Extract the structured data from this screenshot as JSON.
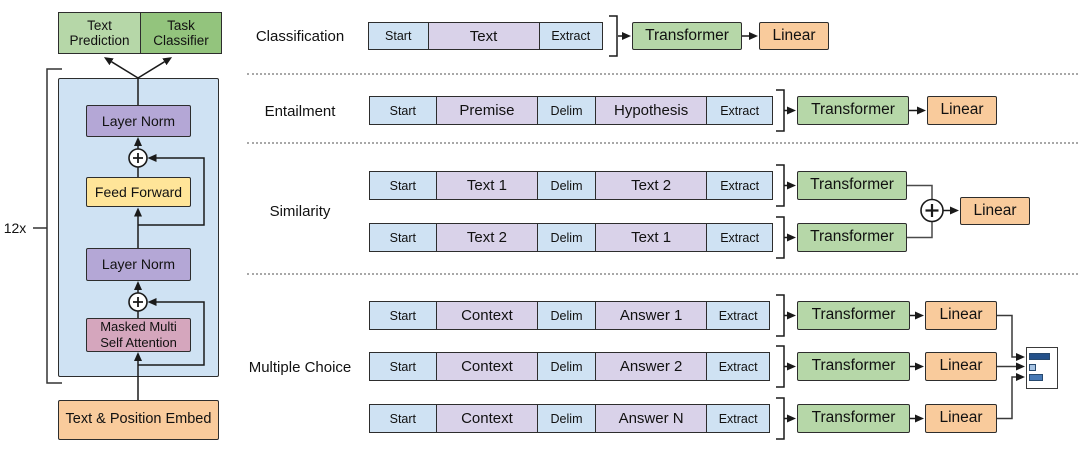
{
  "colors": {
    "token_blue": "#cfe2f3",
    "token_purple": "#d9d2e9",
    "green": "#b6d7a8",
    "green_dark": "#93c47d",
    "orange": "#f9cb9c",
    "purple": "#b4a7d6",
    "yellow": "#ffe599",
    "pink": "#d5a6bd",
    "panel_blue": "#cfe2f3",
    "bar_dark": "#24518a",
    "bar_light": "#a6c3e3",
    "bar_mid": "#4779b5"
  },
  "left": {
    "text_prediction": "Text Prediction",
    "task_classifier": "Task Classifier",
    "layer_norm_top": "Layer Norm",
    "feed_forward": "Feed Forward",
    "layer_norm_bottom": "Layer Norm",
    "attention": "Masked Multi Self Attention",
    "embed": "Text & Position Embed",
    "repeat": "12x"
  },
  "tasks": {
    "classification": {
      "label": "Classification",
      "tokens": [
        "Start",
        "Text",
        "Extract"
      ],
      "transformer": "Transformer",
      "linear": "Linear"
    },
    "entailment": {
      "label": "Entailment",
      "tokens": [
        "Start",
        "Premise",
        "Delim",
        "Hypothesis",
        "Extract"
      ],
      "transformer": "Transformer",
      "linear": "Linear"
    },
    "similarity": {
      "label": "Similarity",
      "row1_tokens": [
        "Start",
        "Text 1",
        "Delim",
        "Text 2",
        "Extract"
      ],
      "row2_tokens": [
        "Start",
        "Text 2",
        "Delim",
        "Text 1",
        "Extract"
      ],
      "transformer": "Transformer",
      "linear": "Linear"
    },
    "multiple_choice": {
      "label": "Multiple Choice",
      "rows": [
        [
          "Start",
          "Context",
          "Delim",
          "Answer 1",
          "Extract"
        ],
        [
          "Start",
          "Context",
          "Delim",
          "Answer 2",
          "Extract"
        ],
        [
          "Start",
          "Context",
          "Delim",
          "Answer N",
          "Extract"
        ]
      ],
      "transformer": "Transformer",
      "linear": "Linear"
    }
  }
}
